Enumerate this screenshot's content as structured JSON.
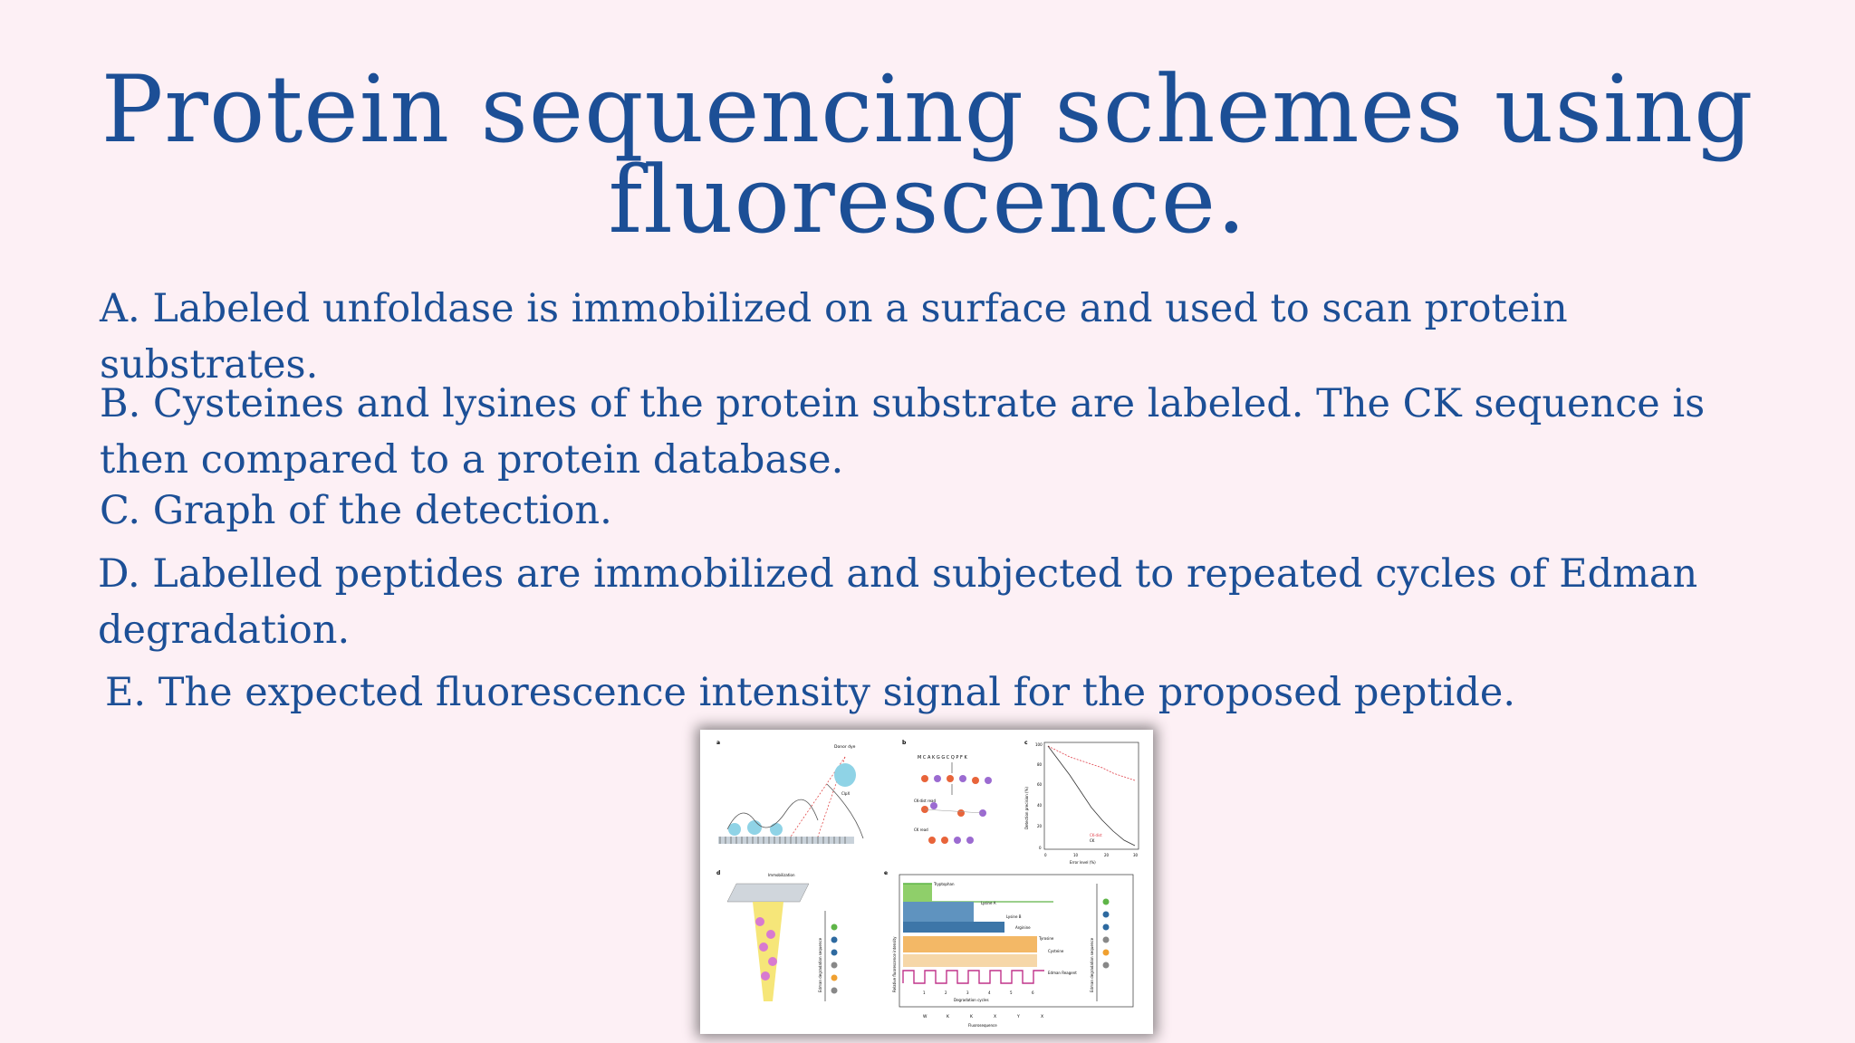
{
  "slide": {
    "title_line1": "Protein sequencing schemes using",
    "title_line2": "fluorescence.",
    "bullets": {
      "a": "A. Labeled unfoldase is immobilized on a surface and used to scan protein substrates.",
      "b": "B. Cysteines and lysines of the protein substrate are labeled. The CK sequence is then compared to a protein database.",
      "c": "C. Graph of the detection.",
      "d": "D. Labelled peptides are immobilized and subjected to repeated cycles of Edman degradation.",
      "e": "E. The expected fluorescence intensity signal for the proposed peptide."
    }
  },
  "figure": {
    "panel_labels": [
      "a",
      "b",
      "c",
      "d",
      "e"
    ],
    "panel_a": {
      "donor_dye": "Donor dye",
      "clpx": "ClpX"
    },
    "panel_b": {
      "sequence": "M C A K G G C Q P F K",
      "ck_dist_read": "CK-dist read",
      "ck_read": "CK read"
    },
    "panel_c": {
      "ylabel": "Detection precision (%)",
      "xlabel": "Error level (%)",
      "yticks": [
        "100",
        "80",
        "60",
        "40",
        "20",
        "0"
      ],
      "xticks": [
        "0",
        "10",
        "20",
        "30"
      ],
      "legend": [
        "CK-dist",
        "CK"
      ]
    },
    "panel_d": {
      "immobilization": "Immobilization",
      "axis": "Edman degradation sequence"
    },
    "panel_e": {
      "labels": [
        "Tryptophan",
        "Lysine A",
        "Lysine B",
        "Arginine",
        "Tyrosine",
        "Cysteine",
        "Edman Reagent"
      ],
      "ylabel": "Relative fluorescence intensity",
      "xlabel": "Degradation cycles",
      "xticks": [
        "1",
        "2",
        "3",
        "4",
        "5",
        "6"
      ],
      "sequence": [
        "W",
        "K",
        "K",
        "X",
        "Y",
        "X"
      ],
      "seq_label": "Fluorosequence",
      "right_axis": "Edman degradation sequence"
    },
    "colors": {
      "tryptophan": "#5fb548",
      "lysine": "#2e6aa0",
      "tyrosine": "#f0a030",
      "edman": "#c0338a"
    }
  }
}
